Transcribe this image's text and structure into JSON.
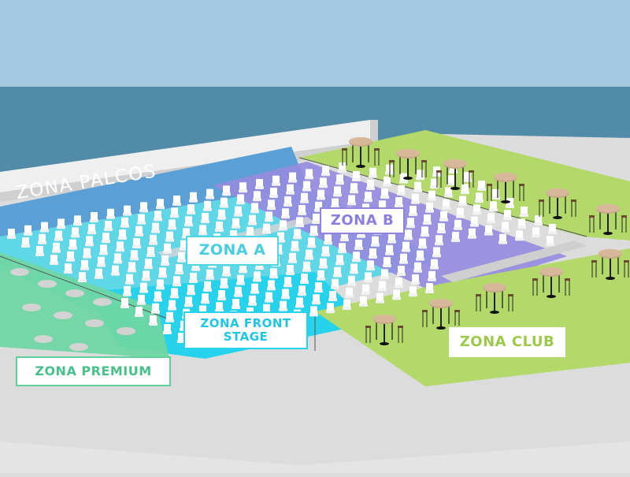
{
  "zones": {
    "palcos": {
      "label": "ZONA PALCOS",
      "color": "#5aa0d6"
    },
    "a": {
      "label": "ZONA A",
      "color": "#4dd6e8"
    },
    "b": {
      "label": "ZONA B",
      "color": "#8f85e0"
    },
    "front_stage": {
      "label_line1": "ZONA FRONT",
      "label_line2": "STAGE",
      "color": "#27d3ec"
    },
    "premium": {
      "label": "ZONA PREMIUM",
      "color": "#5fcf9c"
    },
    "club": {
      "label": "ZONA CLUB",
      "color": "#b3d96a"
    }
  },
  "scene": {
    "sky_color": "#a4c8e0",
    "sea_color": "#528ba8",
    "ground_color": "#dcdcdc"
  }
}
